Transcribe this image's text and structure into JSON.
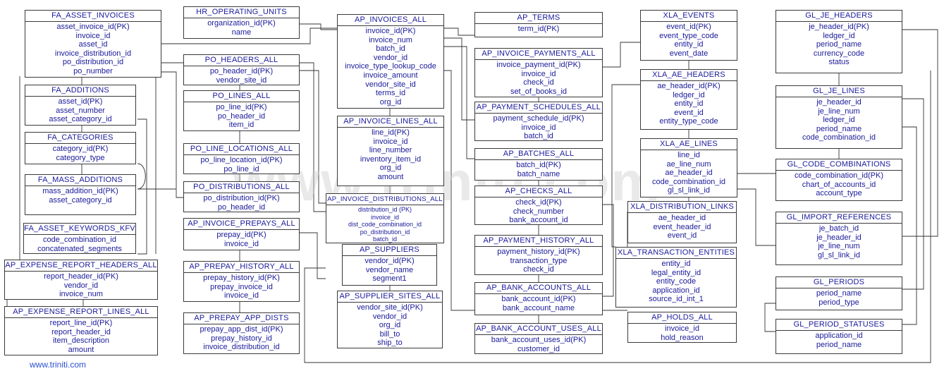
{
  "watermark": "www.triniti.com",
  "footer_link": "www.triniti.com",
  "entities": [
    {
      "id": "fa_asset_invoices",
      "title": "FA_ASSET_INVOICES",
      "fields": [
        "asset_invoice_id(PK)",
        "invoice_id",
        "asset_id",
        "invoice_distribution_id",
        "po_distribution_id",
        "po_number"
      ]
    },
    {
      "id": "fa_additions",
      "title": "FA_ADDITIONS",
      "fields": [
        "asset_id(PK)",
        "asset_number",
        "asset_category_id"
      ]
    },
    {
      "id": "fa_categories",
      "title": "FA_CATEGORIES",
      "fields": [
        "category_id(PK)",
        "category_type"
      ]
    },
    {
      "id": "fa_mass_additions",
      "title": "FA_MASS_ADDITIONS",
      "fields": [
        "mass_addition_id(PK)",
        "asset_category_id"
      ]
    },
    {
      "id": "fa_asset_keywords_kfv",
      "title": "FA_ASSET_KEYWORDS_KFV",
      "fields": [
        "code_combination_id",
        "concatenated_segments"
      ]
    },
    {
      "id": "ap_expense_report_headers_all",
      "title": "AP_EXPENSE_REPORT_HEADERS_ALL",
      "fields": [
        "report_header_id(PK)",
        "vendor_id",
        "invoice_num"
      ]
    },
    {
      "id": "ap_expense_report_lines_all",
      "title": "AP_EXPENSE_REPORT_LINES_ALL",
      "fields": [
        "report_line_id(PK)",
        "report_header_id",
        "item_description",
        "amount"
      ]
    },
    {
      "id": "hr_operating_units",
      "title": "HR_OPERATING_UNITS",
      "fields": [
        "organization_id(PK)",
        "name"
      ]
    },
    {
      "id": "po_headers_all",
      "title": "PO_HEADERS_ALL",
      "fields": [
        "po_header_id(PK)",
        "vendor_site_id"
      ]
    },
    {
      "id": "po_lines_all",
      "title": "PO_LINES_ALL",
      "fields": [
        "po_line_id(PK)",
        "po_header_id",
        "item_id"
      ]
    },
    {
      "id": "po_line_locations_all",
      "title": "PO_LINE_LOCATIONS_ALL",
      "fields": [
        "po_line_location_id(PK)",
        "po_line_id"
      ]
    },
    {
      "id": "po_distributions_all",
      "title": "PO_DISTRIBUTIONS_ALL",
      "fields": [
        "po_distribution_id(PK)",
        "po_header_id"
      ]
    },
    {
      "id": "ap_invoice_prepays_all",
      "title": "AP_INVOICE_PREPAYS_ALL",
      "fields": [
        "prepay_id(PK)",
        "invoice_id"
      ]
    },
    {
      "id": "ap_prepay_history_all",
      "title": "AP_PREPAY_HISTORY_ALL",
      "fields": [
        "prepay_history_id(PK)",
        "prepay_invoice_id",
        "invoice_id"
      ]
    },
    {
      "id": "ap_prepay_app_dists",
      "title": "AP_PREPAY_APP_DISTS",
      "fields": [
        "prepay_app_dist_id(PK)",
        "prepay_history_id",
        "invoice_distribution_id"
      ]
    },
    {
      "id": "ap_invoices_all",
      "title": "AP_INVOICES_ALL",
      "fields": [
        "invoice_id(PK)",
        "invoice_num",
        "batch_id",
        "vendor_id",
        "invoice_type_lookup_code",
        "invoice_amount",
        "vendor_site_id",
        "terms_id",
        "org_id"
      ]
    },
    {
      "id": "ap_invoice_lines_all",
      "title": "AP_INVOICE_LINES_ALL",
      "fields": [
        "line_id(PK)",
        "invoice_id",
        "line_number",
        "inventory_item_id",
        "org_id",
        "amount"
      ]
    },
    {
      "id": "ap_invoice_distributions_all",
      "title": "AP_INVOICE_DISTRIBUTIONS_ALL",
      "fields": [
        "distribution_id (PK)",
        "invoice_id",
        "dist_code_combination_id",
        "po_distribution_id",
        "batch_id"
      ]
    },
    {
      "id": "ap_suppliers",
      "title": "AP_SUPPLIERS",
      "fields": [
        "vendor_id(PK)",
        "vendor_name",
        "segment1"
      ]
    },
    {
      "id": "ap_supplier_sites_all",
      "title": "AP_SUPPLIER_SITES_ALL",
      "fields": [
        "vendor_site_id(PK)",
        "vendor_id",
        "org_id",
        "bill_to",
        "ship_to"
      ]
    },
    {
      "id": "ap_terms",
      "title": "AP_TERMS",
      "fields": [
        "term_id(PK)"
      ]
    },
    {
      "id": "ap_invoice_payments_all",
      "title": "AP_INVOICE_PAYMENTS_ALL",
      "fields": [
        "invoice_payment_id(PK)",
        "invoice_id",
        "check_id",
        "set_of_books_id"
      ]
    },
    {
      "id": "ap_payment_schedules_all",
      "title": "AP_PAYMENT_SCHEDULES_ALL",
      "fields": [
        "payment_schedule_id(PK)",
        "invoice_id",
        "batch_id"
      ]
    },
    {
      "id": "ap_batches_all",
      "title": "AP_BATCHES_ALL",
      "fields": [
        "batch_id(PK)",
        "batch_name"
      ]
    },
    {
      "id": "ap_checks_all",
      "title": "AP_CHECKS_ALL",
      "fields": [
        "check_id(PK)",
        "check_number",
        "bank_account_id"
      ]
    },
    {
      "id": "ap_payment_history_all",
      "title": "AP_PAYMENT_HISTORY_ALL",
      "fields": [
        "payment_history_id(PK)",
        "transaction_type",
        "check_id"
      ]
    },
    {
      "id": "ap_bank_accounts_all",
      "title": "AP_BANK_ACCOUNTS_ALL",
      "fields": [
        "bank_account_id(PK)",
        "bank_account_name"
      ]
    },
    {
      "id": "ap_bank_account_uses_all",
      "title": "AP_BANK_ACCOUNT_USES_ALL",
      "fields": [
        "bank_account_uses_id(PK)",
        "customer_id"
      ]
    },
    {
      "id": "xla_events",
      "title": "XLA_EVENTS",
      "fields": [
        "event_id(PK)",
        "event_type_code",
        "entity_id",
        "event_date"
      ]
    },
    {
      "id": "xla_ae_headers",
      "title": "XLA_AE_HEADERS",
      "fields": [
        "ae_header_id(PK)",
        "ledger_id",
        "entity_id",
        "event_id",
        "entity_type_code"
      ]
    },
    {
      "id": "xla_ae_lines",
      "title": "XLA_AE_LINES",
      "fields": [
        "line_id",
        "ae_line_num",
        "ae_header_id",
        "code_combination_id",
        "gl_sl_link_id"
      ]
    },
    {
      "id": "xla_distribution_links",
      "title": "XLA_DISTRIBUTION_LINKS",
      "fields": [
        "ae_header_id",
        "event_header_id",
        "event_id"
      ]
    },
    {
      "id": "xla_transaction_entities",
      "title": "XLA_TRANSACTION_ENTITIES",
      "fields": [
        "entity_id",
        "legal_entity_id",
        "entity_code",
        "application_id",
        "source_id_int_1"
      ]
    },
    {
      "id": "ap_holds_all",
      "title": "AP_HOLDS_ALL",
      "fields": [
        "invoice_id",
        "hold_reason"
      ]
    },
    {
      "id": "gl_je_headers",
      "title": "GL_JE_HEADERS",
      "fields": [
        "je_header_id(PK)",
        "ledger_id",
        "period_name",
        "currency_code",
        "status"
      ]
    },
    {
      "id": "gl_je_lines",
      "title": "GL_JE_LINES",
      "fields": [
        "je_header_id",
        "je_line_num",
        "ledger_id",
        "period_name",
        "code_combination_id"
      ]
    },
    {
      "id": "gl_code_combinations",
      "title": "GL_CODE_COMBINATIONS",
      "fields": [
        "code_combination_id(PK)",
        "chart_of_accounts_id",
        "account_type"
      ]
    },
    {
      "id": "gl_import_references",
      "title": "GL_IMPORT_REFERENCES",
      "fields": [
        "je_batch_id",
        "je_header_id",
        "je_line_num",
        "gl_sl_link_id"
      ]
    },
    {
      "id": "gl_periods",
      "title": "GL_PERIODS",
      "fields": [
        "period_name",
        "period_type"
      ]
    },
    {
      "id": "gl_period_statuses",
      "title": "GL_PERIOD_STATUSES",
      "fields": [
        "application_id",
        "period_name"
      ]
    }
  ]
}
